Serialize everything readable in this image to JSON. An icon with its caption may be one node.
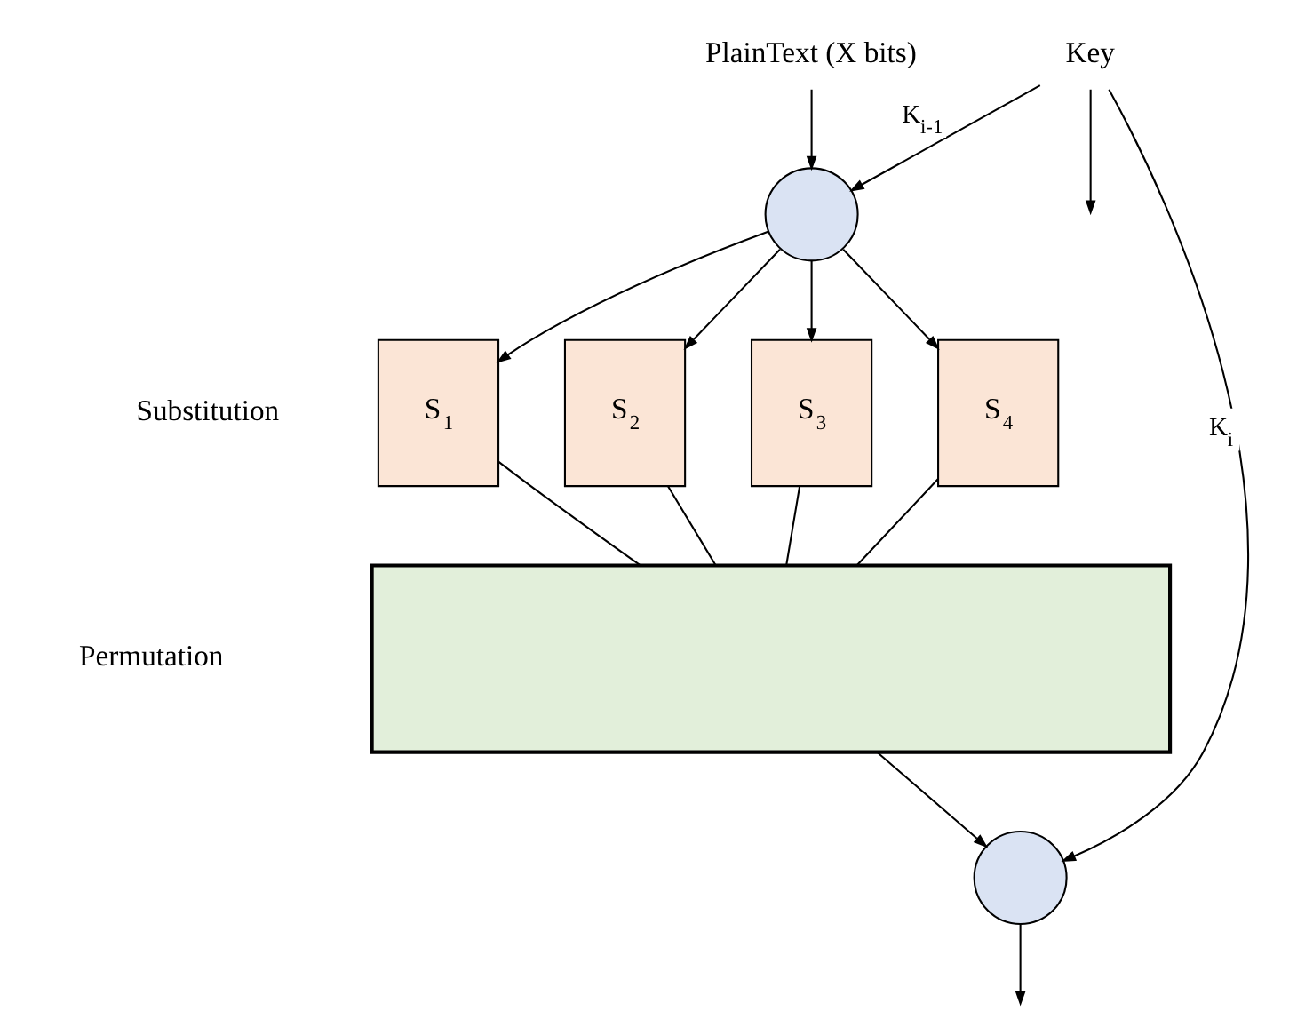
{
  "diagram": {
    "nodes": [
      {
        "text": [
          "PlainText (X bits)"
        ]
      },
      {
        "text": [],
        "shape": "circle"
      },
      {
        "text": [
          "Key"
        ]
      },
      {
        "text": [
          "S$_{1}$"
        ]
      },
      {
        "text": [
          "S$_{2}$"
        ]
      },
      {
        "text": [
          "S$_{3}$"
        ]
      },
      {
        "text": [
          "S$_{4}$"
        ]
      },
      {
        "text": [],
        "shape": "box"
      },
      {
        "text": [],
        "shape": "circle"
      }
    ],
    "edges": [
      {
        "from": 0,
        "to": 1,
        "arrow": "to"
      },
      {
        "from": 2,
        "to": 1,
        "arrow": "to",
        "label": "K$_{i-1}$"
      },
      {
        "from": 1,
        "to": 3,
        "arrow": "to"
      },
      {
        "from": 1,
        "to": 4,
        "arrow": "to"
      },
      {
        "from": 1,
        "to": 5,
        "arrow": "to"
      },
      {
        "from": 1,
        "to": 6,
        "arrow": "to"
      },
      {
        "from": 3,
        "to": 7,
        "arrow": "none"
      },
      {
        "from": 4,
        "to": 7,
        "arrow": "none"
      },
      {
        "from": 5,
        "to": 7,
        "arrow": "none"
      },
      {
        "from": 6,
        "to": 7,
        "arrow": "none"
      },
      {
        "from": 7,
        "to": 8,
        "arrow": "to"
      },
      {
        "from": 2,
        "to": 8,
        "arrow": "to",
        "label": "K$_{i}$"
      },
      {
        "from": 8,
        "to": null,
        "arrow": "to"
      },
      {
        "from": 2,
        "to": null,
        "arrow": "to"
      }
    ],
    "labels": [
      "Substitution",
      "Permutation"
    ]
  }
}
